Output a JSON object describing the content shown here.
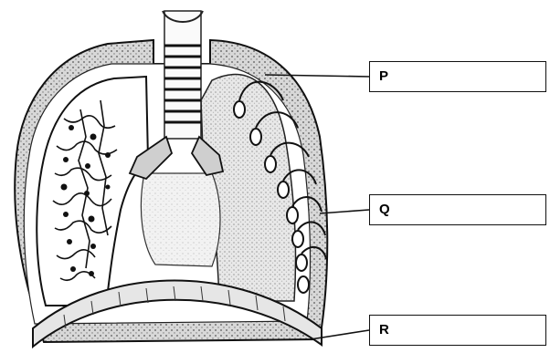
{
  "labels": [
    {
      "id": "p",
      "letter": "P"
    },
    {
      "id": "q",
      "letter": "Q"
    },
    {
      "id": "r",
      "letter": "R"
    }
  ]
}
